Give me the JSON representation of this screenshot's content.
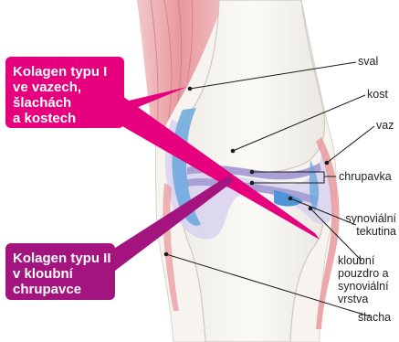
{
  "colors": {
    "callout_type1": "#e6007e",
    "callout_type2": "#a3147f",
    "muscle": "#e99a9f",
    "bone": "#f8f6f1",
    "cartilage": "#b9b3dd",
    "synovial_fluid": "#6aa7dd",
    "leader_line": "#1a1a1a"
  },
  "callouts": {
    "type1": "Kolagen typu I\nve vazech,\nšlachách\na kostech",
    "type2": "Kolagen typu II\nv kloubní\nchrupavce"
  },
  "labels": {
    "muscle": "sval",
    "bone": "kost",
    "ligament": "vaz",
    "cartilage": "chrupavka",
    "synovial_fluid": "synoviální\ntekutina",
    "capsule": "kloubní\npouzdro a\nsynoviální\nvrstva",
    "tendon": "šlacha"
  }
}
